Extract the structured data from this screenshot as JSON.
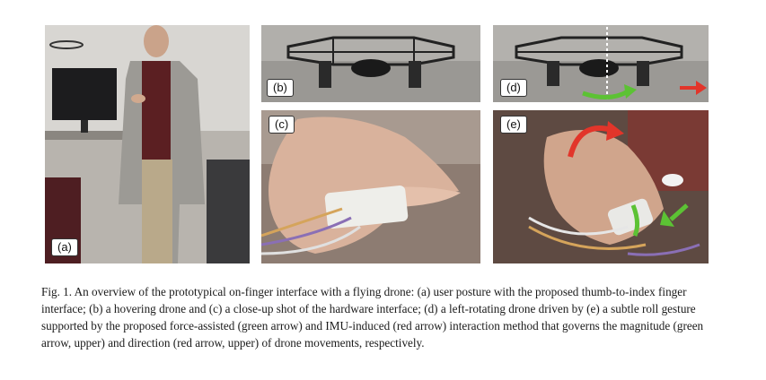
{
  "figure": {
    "panels": [
      {
        "label": "(a)"
      },
      {
        "label": "(b)"
      },
      {
        "label": "(c)"
      },
      {
        "label": "(d)"
      },
      {
        "label": "(e)"
      }
    ],
    "caption": "Fig. 1.  An overview of the prototypical on-finger interface with a flying drone: (a) user posture with the proposed thumb-to-index finger interface; (b) a hovering drone and (c) a close-up shot of the hardware interface; (d) a left-rotating drone driven by (e) a subtle roll gesture supported by the proposed force-assisted (green arrow) and IMU-induced (red arrow) interaction method that governs the magnitude (green arrow, upper) and direction (red arrow, upper) of drone movements, respectively.",
    "arrow_colors": {
      "green": "#5cc234",
      "red": "#e2352a"
    }
  }
}
